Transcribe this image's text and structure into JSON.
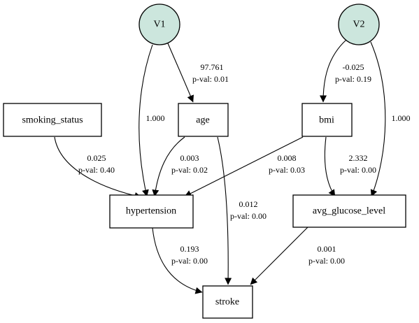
{
  "latent_fill": "#cce6dd",
  "nodes": {
    "V1": {
      "label": "V1",
      "kind": "latent"
    },
    "V2": {
      "label": "V2",
      "kind": "latent"
    },
    "smoking_status": {
      "label": "smoking_status",
      "kind": "observed"
    },
    "age": {
      "label": "age",
      "kind": "observed"
    },
    "bmi": {
      "label": "bmi",
      "kind": "observed"
    },
    "hypertension": {
      "label": "hypertension",
      "kind": "observed"
    },
    "avg_glucose_level": {
      "label": "avg_glucose_level",
      "kind": "observed"
    },
    "stroke": {
      "label": "stroke",
      "kind": "observed"
    }
  },
  "edges": {
    "v1_age": {
      "from": "V1",
      "to": "age",
      "estimate": "97.761",
      "pval": "p-val: 0.01"
    },
    "v1_hypertension": {
      "from": "V1",
      "to": "hypertension",
      "estimate": "1.000",
      "pval": ""
    },
    "smoking_hypertension": {
      "from": "smoking_status",
      "to": "hypertension",
      "estimate": "0.025",
      "pval": "p-val: 0.40"
    },
    "age_hypertension": {
      "from": "age",
      "to": "hypertension",
      "estimate": "0.003",
      "pval": "p-val: 0.02"
    },
    "age_stroke": {
      "from": "age",
      "to": "stroke",
      "estimate": "0.012",
      "pval": "p-val: 0.00"
    },
    "v2_bmi": {
      "from": "V2",
      "to": "bmi",
      "estimate": "-0.025",
      "pval": "p-val: 0.19"
    },
    "v2_glucose": {
      "from": "V2",
      "to": "avg_glucose_level",
      "estimate": "1.000",
      "pval": ""
    },
    "bmi_hypertension": {
      "from": "bmi",
      "to": "hypertension",
      "estimate": "0.008",
      "pval": "p-val: 0.03"
    },
    "bmi_glucose": {
      "from": "bmi",
      "to": "avg_glucose_level",
      "estimate": "2.332",
      "pval": "p-val: 0.00"
    },
    "hypertension_stroke": {
      "from": "hypertension",
      "to": "stroke",
      "estimate": "0.193",
      "pval": "p-val: 0.00"
    },
    "glucose_stroke": {
      "from": "avg_glucose_level",
      "to": "stroke",
      "estimate": "0.001",
      "pval": "p-val: 0.00"
    }
  }
}
